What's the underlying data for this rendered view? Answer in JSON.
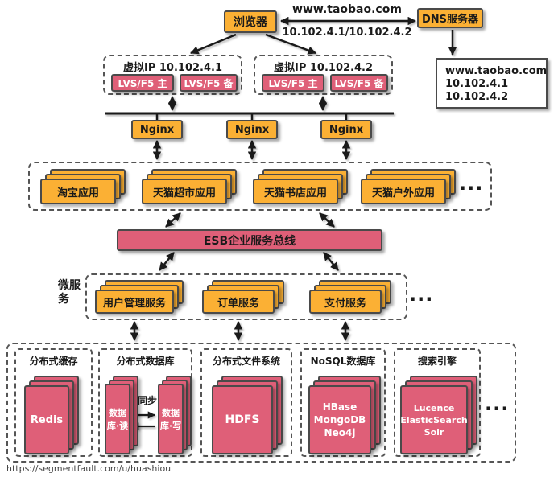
{
  "colors": {
    "orange": "#FBB034",
    "pink": "#DF5F78"
  },
  "top": {
    "browser": "浏览器",
    "domain": "www.taobao.com",
    "ips": "10.102.4.1/10.102.4.2",
    "dns": "DNS服务器",
    "dns_record": [
      "www.taobao.com",
      "10.102.4.1",
      "10.102.4.2"
    ]
  },
  "vip": [
    {
      "title": "虚拟IP 10.102.4.1",
      "primary": "LVS/F5 主",
      "backup": "LVS/F5 备"
    },
    {
      "title": "虚拟IP 10.102.4.2",
      "primary": "LVS/F5 主",
      "backup": "LVS/F5 备"
    }
  ],
  "nginx": [
    "Nginx",
    "Nginx",
    "Nginx"
  ],
  "apps": {
    "items": [
      "淘宝应用",
      "天猫超市应用",
      "天猫书店应用",
      "天猫户外应用"
    ],
    "more": "..."
  },
  "esb": {
    "label": "ESB企业服务总线"
  },
  "micro": {
    "side_label": "微服务",
    "items": [
      "用户管理服务",
      "订单服务",
      "支付服务"
    ],
    "more": "..."
  },
  "storage": {
    "more": "...",
    "cache": {
      "title": "分布式缓存",
      "stack": "Redis"
    },
    "database": {
      "title": "分布式数据库",
      "read": "数据库·读",
      "write": "数据库·写",
      "sync": "同步"
    },
    "files": {
      "title": "分布式文件系统",
      "stack": "HDFS"
    },
    "nosql": {
      "title": "NoSQL数据库",
      "stack": "HBase\nMongoDB\nNeo4j"
    },
    "search": {
      "title": "搜索引擎",
      "stack": "Lucence\nElasticSearch\nSolr"
    }
  },
  "footer": "https://segmentfault.com/u/huashiou"
}
